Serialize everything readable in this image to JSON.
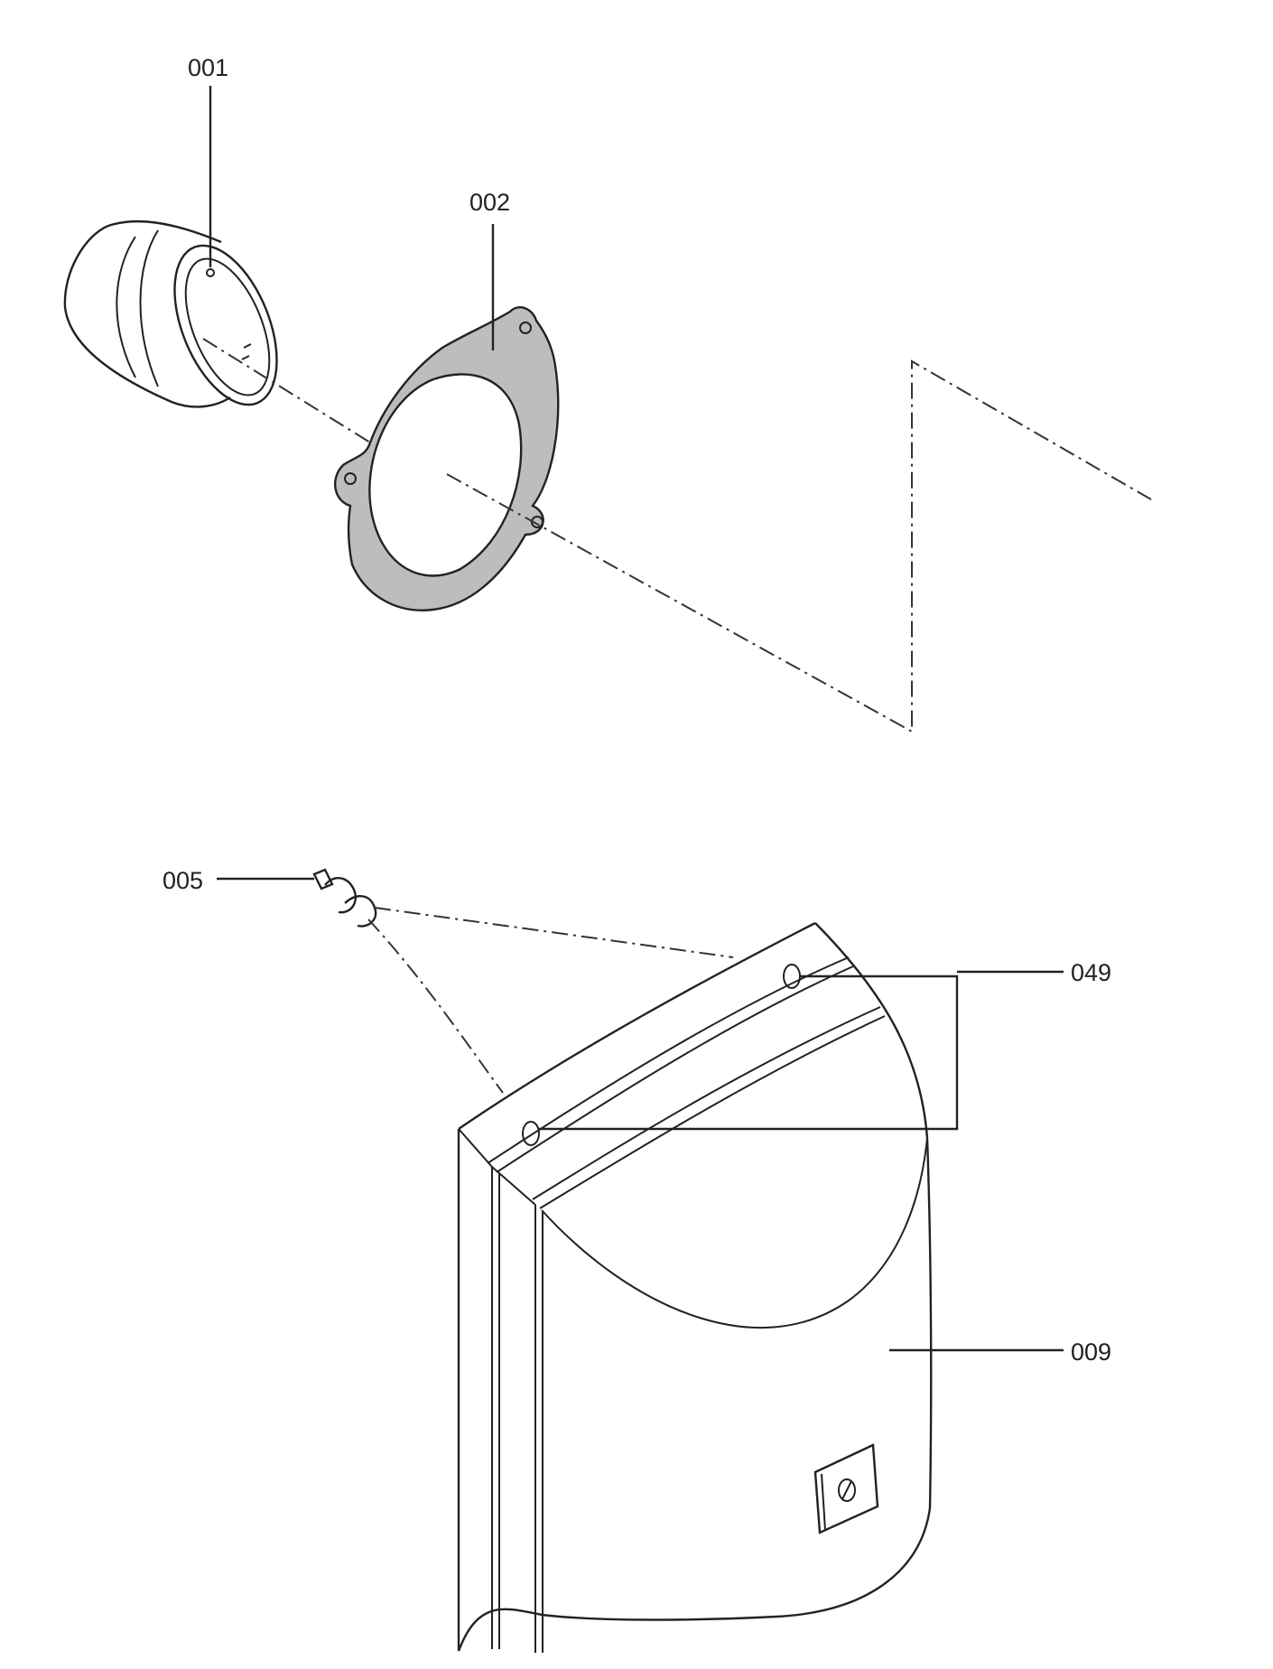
{
  "parts": [
    {
      "id": "part-001",
      "number": "001"
    },
    {
      "id": "part-002",
      "number": "002"
    },
    {
      "id": "part-005",
      "number": "005"
    },
    {
      "id": "part-049",
      "number": "049"
    },
    {
      "id": "part-009",
      "number": "009"
    }
  ],
  "colors": {
    "line": "#222222",
    "gasket_fill": "#bdbdbd",
    "background": "#ffffff"
  }
}
